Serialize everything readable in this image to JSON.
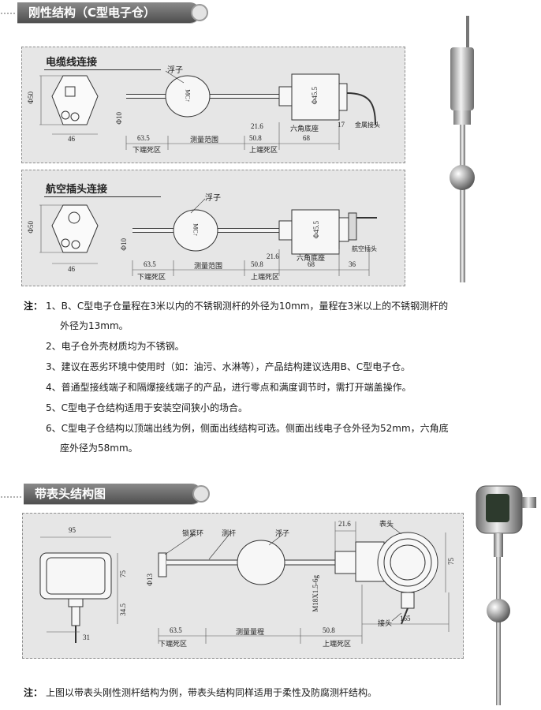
{
  "section1": {
    "title": "刚性结构（C型电子仓）"
  },
  "panel_cable": {
    "title": "电缆线连接",
    "labels": {
      "float": "浮子",
      "hex_base": "六角底座",
      "cable": "金属接头",
      "range": "测量范围",
      "lower_dead": "下端死区",
      "upper_dead": "上端死区"
    },
    "dims": {
      "phi50": "Φ50",
      "w46": "46",
      "phi10": "Φ10",
      "d63_5": "63.5",
      "d50_8": "50.8",
      "d21_6": "21.6",
      "d68": "68",
      "d17": "17",
      "phi45_5": "Φ45.5",
      "float_mark": "MC↑"
    }
  },
  "panel_aviation": {
    "title": "航空插头连接",
    "labels": {
      "float": "浮子",
      "hex_base": "六角底座",
      "plug": "航空插头",
      "range": "测量范围",
      "lower_dead": "下端死区",
      "upper_dead": "上端死区"
    },
    "dims": {
      "phi50": "Φ50",
      "w46": "46",
      "phi10": "Φ10",
      "d63_5": "63.5",
      "d50_8": "50.8",
      "d21_6": "21.6",
      "d68": "68",
      "d36": "36",
      "phi45_5": "Φ45.5",
      "float_mark": "MC↑"
    }
  },
  "notes": {
    "prefix": "注：",
    "items": [
      "1、B、C型电子仓量程在3米以内的不锈钢测杆的外径为10mm，量程在3米以上的不锈钢测杆的",
      "外径为13mm。",
      "2、电子仓外壳材质均为不锈钢。",
      "3、建议在恶劣环境中使用时（如：油污、水淋等），产品结构建议选用B、C型电子仓。",
      "4、普通型接线端子和隔爆接线端子的产品，进行零点和满度调节时，需打开端盖操作。",
      "5、C型电子仓结构适用于安装空间狭小的场合。",
      "6、C型电子仓结构以顶端出线为例，侧面出线结构可选。侧面出线电子仓外径为52mm，六角底",
      "座外径为58mm。"
    ]
  },
  "section2": {
    "title": "带表头结构图"
  },
  "panel_meter": {
    "labels": {
      "lock_ring": "锁紧环",
      "rod": "测杆",
      "float": "浮子",
      "meter_head": "表头",
      "joint": "接头",
      "range": "测量量程",
      "lower_dead": "下端死区",
      "upper_dead": "上端死区"
    },
    "dims": {
      "w95": "95",
      "h75": "75",
      "h34_5": "34.5",
      "w31": "31",
      "phi13": "Φ13",
      "d63_5": "63.5",
      "d50_8": "50.8",
      "d21_6": "21.6",
      "d165": "165",
      "h75b": "75",
      "thread": "M18X1.5-6g"
    }
  },
  "footnote": {
    "prefix": "注：",
    "text": "上图以带表头刚性测杆结构为例，带表头结构同样适用于柔性及防腐测杆结构。"
  }
}
